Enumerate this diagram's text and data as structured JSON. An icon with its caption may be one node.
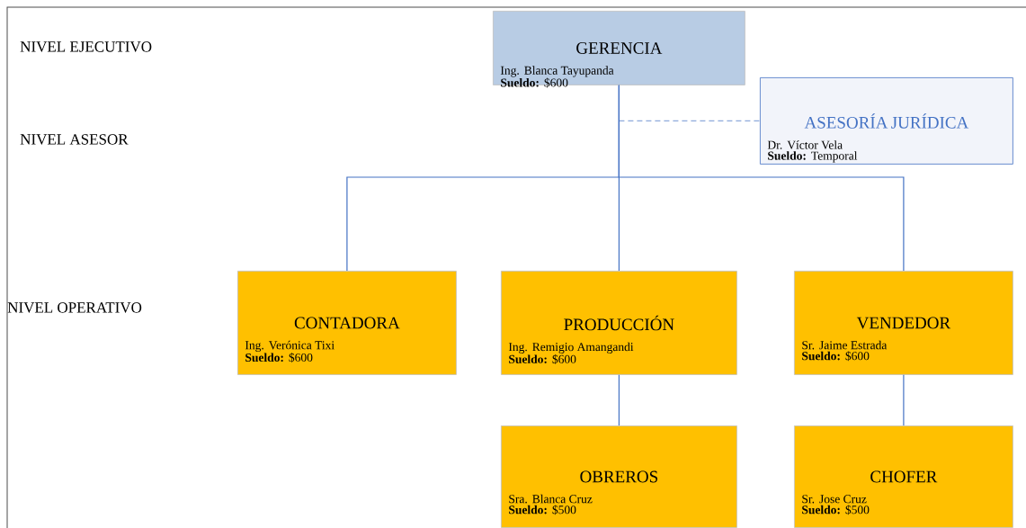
{
  "diagram": {
    "nodes": [
      {
        "text": [
          "GERENCIA",
          "Ing. Blanca Tayupanda",
          "Sueldo:",
          "$600"
        ]
      },
      {
        "text": [
          "ASESORÍA JURÍDICA",
          "Dr. Víctor Vela",
          "Sueldo:",
          "Temporal"
        ]
      },
      {
        "text": [
          "CONTADORA",
          "Ing. Verónica Tixi",
          "Sueldo:",
          "$600"
        ]
      },
      {
        "text": [
          "PRODUCCIÓN",
          "Ing. Remigio Amangandi",
          "Sueldo:",
          "$600"
        ]
      },
      {
        "text": [
          "VENDEDOR",
          "Sr. Jaime Estrada",
          "Sueldo:",
          "$600"
        ]
      },
      {
        "text": [
          "OBREROS",
          "Sra. Blanca Cruz",
          "Sueldo:",
          "$500"
        ]
      },
      {
        "text": [
          "CHOFER",
          "Sr. Jose Cruz",
          "Sueldo:",
          "$500"
        ]
      }
    ],
    "edges": [
      {
        "from": 0,
        "to": 1,
        "arrow": "none",
        "style": "dashed",
        "color": "#8eaadb"
      },
      {
        "from": 0,
        "to": 2,
        "arrow": "none"
      },
      {
        "from": 0,
        "to": 3,
        "arrow": "none"
      },
      {
        "from": 0,
        "to": 4,
        "arrow": "none"
      },
      {
        "from": 3,
        "to": 5,
        "arrow": "none"
      },
      {
        "from": 4,
        "to": 6,
        "arrow": "none"
      }
    ],
    "labels": [
      "NIVEL EJECUTIVO",
      "NIVEL ASESOR",
      "NIVEL OPERATIVO"
    ]
  }
}
